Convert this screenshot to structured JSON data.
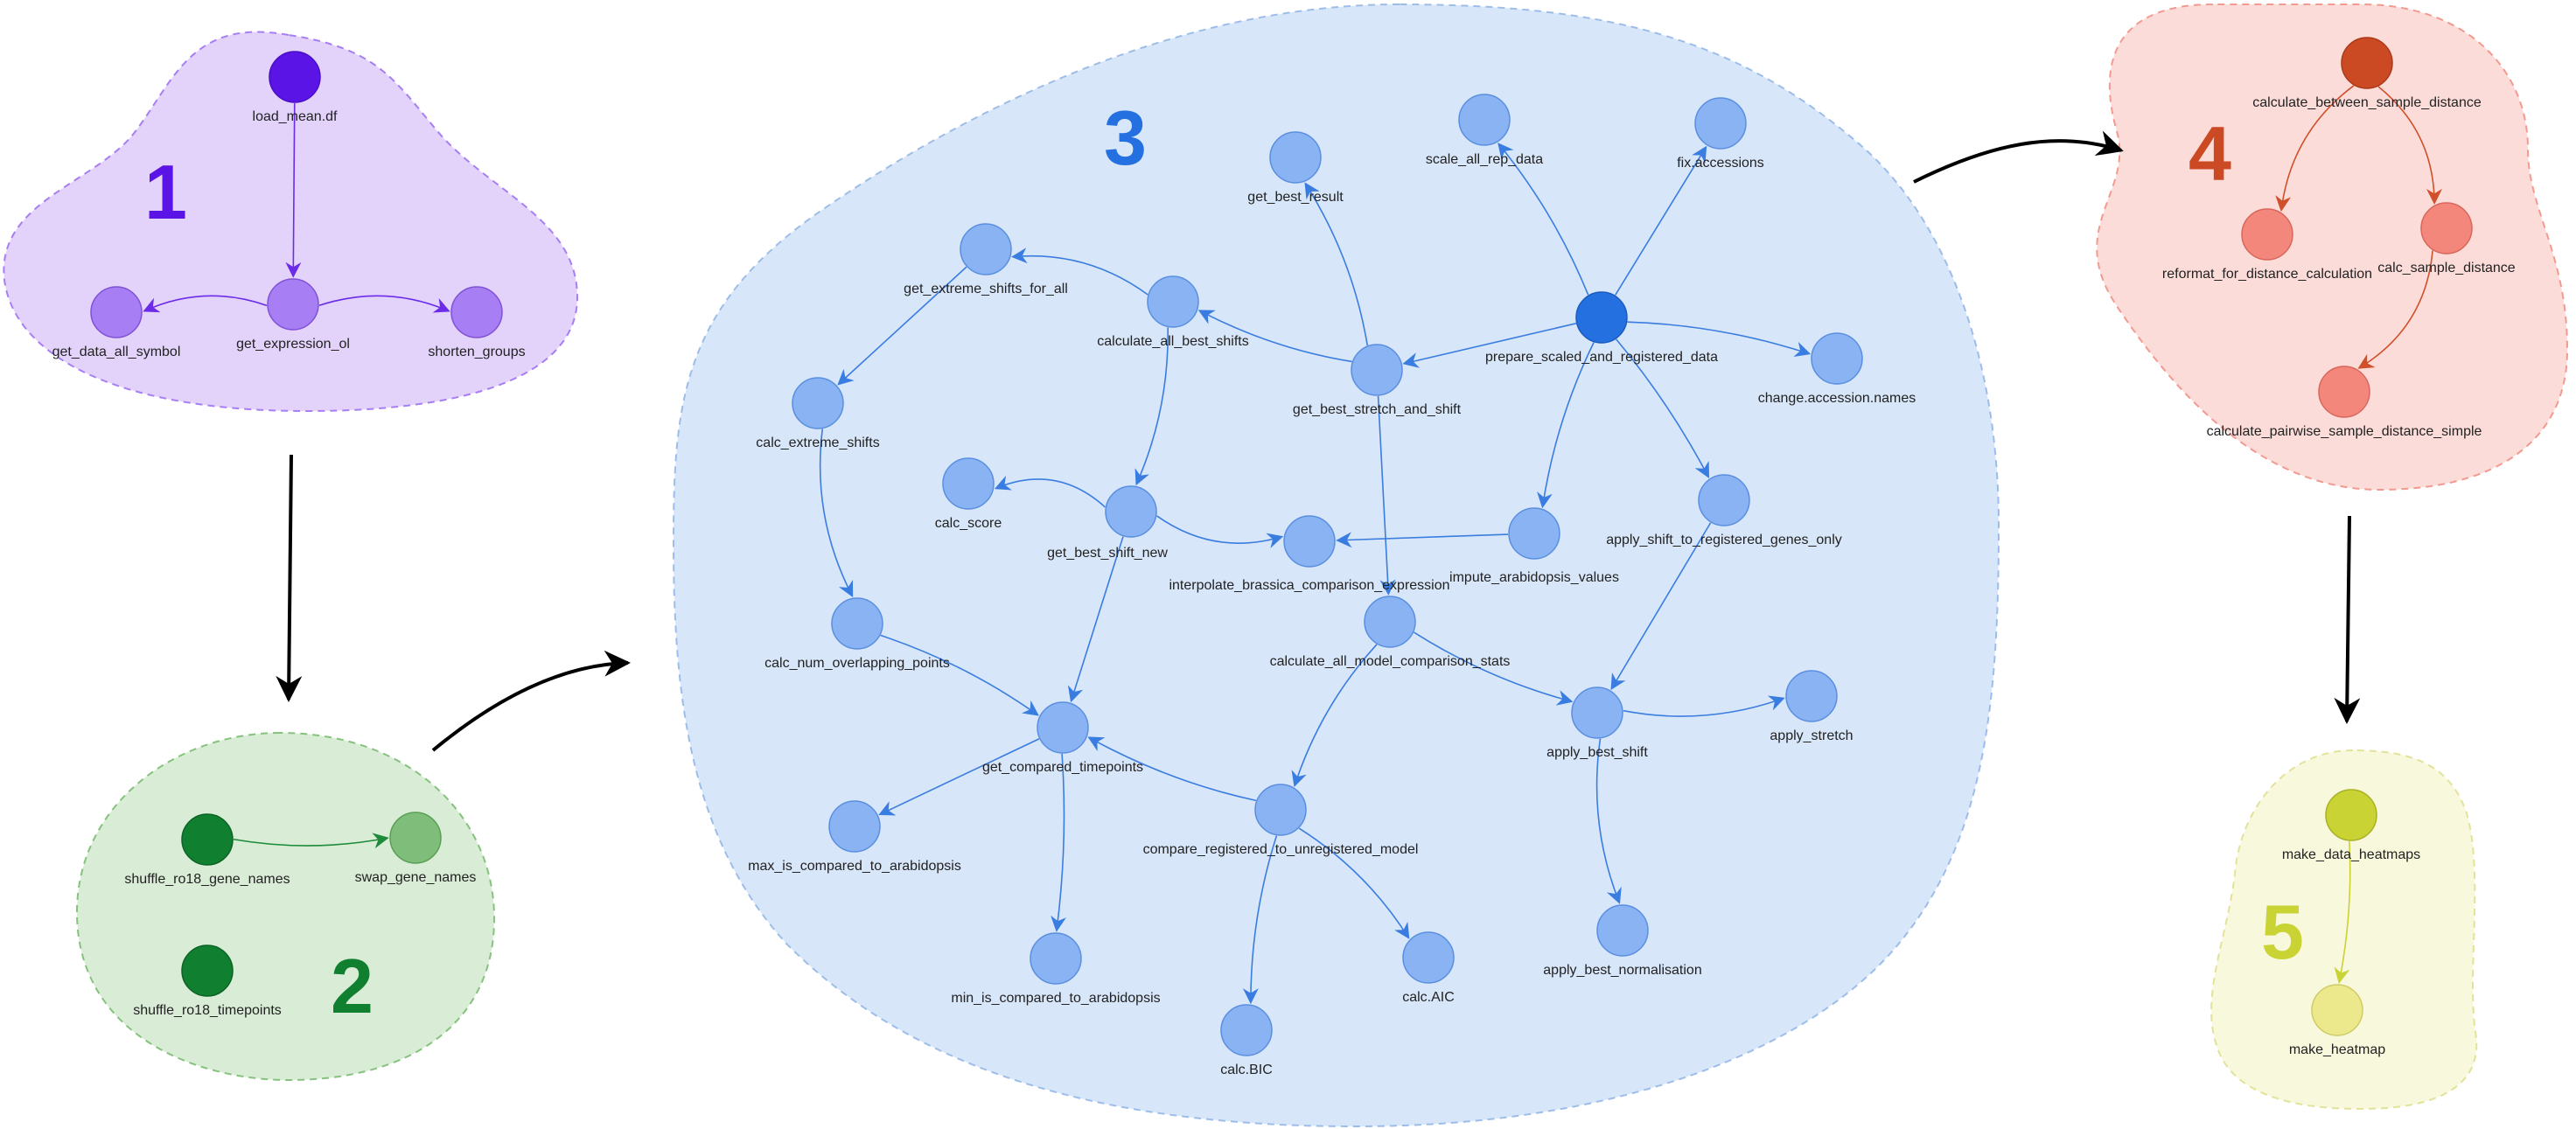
{
  "groups": [
    {
      "id": "g1",
      "number": "1",
      "fill": "#e3d3fb",
      "stroke": "#a77ef3",
      "number_color": "#5b14e6",
      "edge_color": "#6b2be8",
      "nodes": [
        {
          "id": "load_mean",
          "label": "load_mean.df",
          "fill": "#5b14e6",
          "stroke": "#4a0fc4"
        },
        {
          "id": "get_expression_ol",
          "label": "get_expression_ol",
          "fill": "#a77ef3",
          "stroke": "#7f52d6"
        },
        {
          "id": "get_data_all_symbol",
          "label": "get_data_all_symbol",
          "fill": "#a77ef3",
          "stroke": "#7f52d6"
        },
        {
          "id": "shorten_groups",
          "label": "shorten_groups",
          "fill": "#a77ef3",
          "stroke": "#7f52d6"
        }
      ],
      "edges": [
        {
          "from": "load_mean",
          "to": "get_expression_ol"
        },
        {
          "from": "get_expression_ol",
          "to": "get_data_all_symbol"
        },
        {
          "from": "get_expression_ol",
          "to": "shorten_groups"
        }
      ]
    },
    {
      "id": "g2",
      "number": "2",
      "fill": "#d9ecd6",
      "stroke": "#86c27e",
      "number_color": "#117f30",
      "edge_color": "#1d8a3a",
      "nodes": [
        {
          "id": "shuffle_ro18_gene_names",
          "label": "shuffle_ro18_gene_names",
          "fill": "#117f30",
          "stroke": "#0c6325"
        },
        {
          "id": "swap_gene_names",
          "label": "swap_gene_names",
          "fill": "#7fbe7a",
          "stroke": "#5a9e55"
        },
        {
          "id": "shuffle_ro18_timepoints",
          "label": "shuffle_ro18_timepoints",
          "fill": "#117f30",
          "stroke": "#0c6325"
        }
      ],
      "edges": [
        {
          "from": "shuffle_ro18_gene_names",
          "to": "swap_gene_names"
        }
      ]
    },
    {
      "id": "g3",
      "number": "3",
      "fill": "#d8e6f9",
      "stroke": "#9dbde9",
      "number_color": "#2470e0",
      "edge_color": "#3a7de0",
      "nodes": [
        {
          "id": "get_best_result",
          "label": "get_best_result",
          "fill": "#8ab3f4",
          "stroke": "#5a8fe0"
        },
        {
          "id": "scale_all_rep_data",
          "label": "scale_all_rep_data",
          "fill": "#8ab3f4",
          "stroke": "#5a8fe0"
        },
        {
          "id": "fix_accessions",
          "label": "fix.accessions",
          "fill": "#8ab3f4",
          "stroke": "#5a8fe0"
        },
        {
          "id": "get_extreme_shifts_for_all",
          "label": "get_extreme_shifts_for_all",
          "fill": "#8ab3f4",
          "stroke": "#5a8fe0"
        },
        {
          "id": "calculate_all_best_shifts",
          "label": "calculate_all_best_shifts",
          "fill": "#8ab3f4",
          "stroke": "#5a8fe0"
        },
        {
          "id": "prepare_scaled_and_registered_data",
          "label": "prepare_scaled_and_registered_data",
          "fill": "#2470e0",
          "stroke": "#1a5cc0"
        },
        {
          "id": "get_best_stretch_and_shift",
          "label": "get_best_stretch_and_shift",
          "fill": "#8ab3f4",
          "stroke": "#5a8fe0"
        },
        {
          "id": "change_accession_names",
          "label": "change.accession.names",
          "fill": "#8ab3f4",
          "stroke": "#5a8fe0"
        },
        {
          "id": "calc_extreme_shifts",
          "label": "calc_extreme_shifts",
          "fill": "#8ab3f4",
          "stroke": "#5a8fe0"
        },
        {
          "id": "calc_score",
          "label": "calc_score",
          "fill": "#8ab3f4",
          "stroke": "#5a8fe0"
        },
        {
          "id": "get_best_shift_new",
          "label": "get_best_shift_new",
          "fill": "#8ab3f4",
          "stroke": "#5a8fe0"
        },
        {
          "id": "interpolate_brassica_comparison_expression",
          "label": "interpolate_brassica_comparison_expression",
          "fill": "#8ab3f4",
          "stroke": "#5a8fe0"
        },
        {
          "id": "impute_arabidopsis_values",
          "label": "impute_arabidopsis_values",
          "fill": "#8ab3f4",
          "stroke": "#5a8fe0"
        },
        {
          "id": "apply_shift_to_registered_genes_only",
          "label": "apply_shift_to_registered_genes_only",
          "fill": "#8ab3f4",
          "stroke": "#5a8fe0"
        },
        {
          "id": "calc_num_overlapping_points",
          "label": "calc_num_overlapping_points",
          "fill": "#8ab3f4",
          "stroke": "#5a8fe0"
        },
        {
          "id": "calculate_all_model_comparison_stats",
          "label": "calculate_all_model_comparison_stats",
          "fill": "#8ab3f4",
          "stroke": "#5a8fe0"
        },
        {
          "id": "get_compared_timepoints",
          "label": "get_compared_timepoints",
          "fill": "#8ab3f4",
          "stroke": "#5a8fe0"
        },
        {
          "id": "apply_best_shift",
          "label": "apply_best_shift",
          "fill": "#8ab3f4",
          "stroke": "#5a8fe0"
        },
        {
          "id": "apply_stretch",
          "label": "apply_stretch",
          "fill": "#8ab3f4",
          "stroke": "#5a8fe0"
        },
        {
          "id": "max_is_compared_to_arabidopsis",
          "label": "max_is_compared_to_arabidopsis",
          "fill": "#8ab3f4",
          "stroke": "#5a8fe0"
        },
        {
          "id": "compare_registered_to_unregistered_model",
          "label": "compare_registered_to_unregistered_model",
          "fill": "#8ab3f4",
          "stroke": "#5a8fe0"
        },
        {
          "id": "min_is_compared_to_arabidopsis",
          "label": "min_is_compared_to_arabidopsis",
          "fill": "#8ab3f4",
          "stroke": "#5a8fe0"
        },
        {
          "id": "calc_AIC",
          "label": "calc.AIC",
          "fill": "#8ab3f4",
          "stroke": "#5a8fe0"
        },
        {
          "id": "calc_BIC",
          "label": "calc.BIC",
          "fill": "#8ab3f4",
          "stroke": "#5a8fe0"
        },
        {
          "id": "apply_best_normalisation",
          "label": "apply_best_normalisation",
          "fill": "#8ab3f4",
          "stroke": "#5a8fe0"
        }
      ],
      "edges": [
        {
          "from": "prepare_scaled_and_registered_data",
          "to": "scale_all_rep_data"
        },
        {
          "from": "prepare_scaled_and_registered_data",
          "to": "fix_accessions"
        },
        {
          "from": "prepare_scaled_and_registered_data",
          "to": "change_accession_names"
        },
        {
          "from": "prepare_scaled_and_registered_data",
          "to": "get_best_stretch_and_shift"
        },
        {
          "from": "prepare_scaled_and_registered_data",
          "to": "impute_arabidopsis_values"
        },
        {
          "from": "prepare_scaled_and_registered_data",
          "to": "apply_shift_to_registered_genes_only"
        },
        {
          "from": "get_best_stretch_and_shift",
          "to": "get_best_result"
        },
        {
          "from": "get_best_stretch_and_shift",
          "to": "calculate_all_best_shifts"
        },
        {
          "from": "get_best_stretch_and_shift",
          "to": "calculate_all_model_comparison_stats"
        },
        {
          "from": "calculate_all_best_shifts",
          "to": "get_extreme_shifts_for_all"
        },
        {
          "from": "calculate_all_best_shifts",
          "to": "get_best_shift_new"
        },
        {
          "from": "get_extreme_shifts_for_all",
          "to": "calc_extreme_shifts"
        },
        {
          "from": "calc_extreme_shifts",
          "to": "calc_num_overlapping_points"
        },
        {
          "from": "calc_num_overlapping_points",
          "to": "get_compared_timepoints"
        },
        {
          "from": "get_best_shift_new",
          "to": "calc_score"
        },
        {
          "from": "get_best_shift_new",
          "to": "interpolate_brassica_comparison_expression"
        },
        {
          "from": "get_best_shift_new",
          "to": "get_compared_timepoints"
        },
        {
          "from": "impute_arabidopsis_values",
          "to": "interpolate_brassica_comparison_expression"
        },
        {
          "from": "apply_shift_to_registered_genes_only",
          "to": "apply_best_shift"
        },
        {
          "from": "calculate_all_model_comparison_stats",
          "to": "apply_best_shift"
        },
        {
          "from": "calculate_all_model_comparison_stats",
          "to": "compare_registered_to_unregistered_model"
        },
        {
          "from": "apply_best_shift",
          "to": "apply_stretch"
        },
        {
          "from": "apply_best_shift",
          "to": "apply_best_normalisation"
        },
        {
          "from": "compare_registered_to_unregistered_model",
          "to": "get_compared_timepoints"
        },
        {
          "from": "compare_registered_to_unregistered_model",
          "to": "calc_AIC"
        },
        {
          "from": "compare_registered_to_unregistered_model",
          "to": "calc_BIC"
        },
        {
          "from": "get_compared_timepoints",
          "to": "max_is_compared_to_arabidopsis"
        },
        {
          "from": "get_compared_timepoints",
          "to": "min_is_compared_to_arabidopsis"
        }
      ]
    },
    {
      "id": "g4",
      "number": "4",
      "fill": "#fcdcd9",
      "stroke": "#f29a90",
      "number_color": "#cc4a23",
      "edge_color": "#d0502b",
      "nodes": [
        {
          "id": "calculate_between_sample_distance",
          "label": "calculate_between_sample_distance",
          "fill": "#cc4a23",
          "stroke": "#a83a19"
        },
        {
          "id": "reformat_for_distance_calculation",
          "label": "reformat_for_distance_calculation",
          "fill": "#f4877c",
          "stroke": "#d8665a"
        },
        {
          "id": "calc_sample_distance",
          "label": "calc_sample_distance",
          "fill": "#f4877c",
          "stroke": "#d8665a"
        },
        {
          "id": "calculate_pairwise_sample_distance_simple",
          "label": "calculate_pairwise_sample_distance_simple",
          "fill": "#f4877c",
          "stroke": "#d8665a"
        }
      ],
      "edges": [
        {
          "from": "calculate_between_sample_distance",
          "to": "reformat_for_distance_calculation"
        },
        {
          "from": "calculate_between_sample_distance",
          "to": "calc_sample_distance"
        },
        {
          "from": "calc_sample_distance",
          "to": "calculate_pairwise_sample_distance_simple"
        }
      ]
    },
    {
      "id": "g5",
      "number": "5",
      "fill": "#f8f8dc",
      "stroke": "#e2e29a",
      "number_color": "#c9d334",
      "edge_color": "#c9d334",
      "nodes": [
        {
          "id": "make_data_heatmaps",
          "label": "make_data_heatmaps",
          "fill": "#c9d334",
          "stroke": "#a8b024"
        },
        {
          "id": "make_heatmap",
          "label": "make_heatmap",
          "fill": "#ebe98c",
          "stroke": "#cfcb66"
        }
      ],
      "edges": [
        {
          "from": "make_data_heatmaps",
          "to": "make_heatmap"
        }
      ]
    }
  ],
  "flow_arrows": [
    {
      "from": "g1",
      "to": "g2"
    },
    {
      "from": "g2",
      "to": "g3"
    },
    {
      "from": "g3",
      "to": "g4"
    },
    {
      "from": "g4",
      "to": "g5"
    }
  ]
}
